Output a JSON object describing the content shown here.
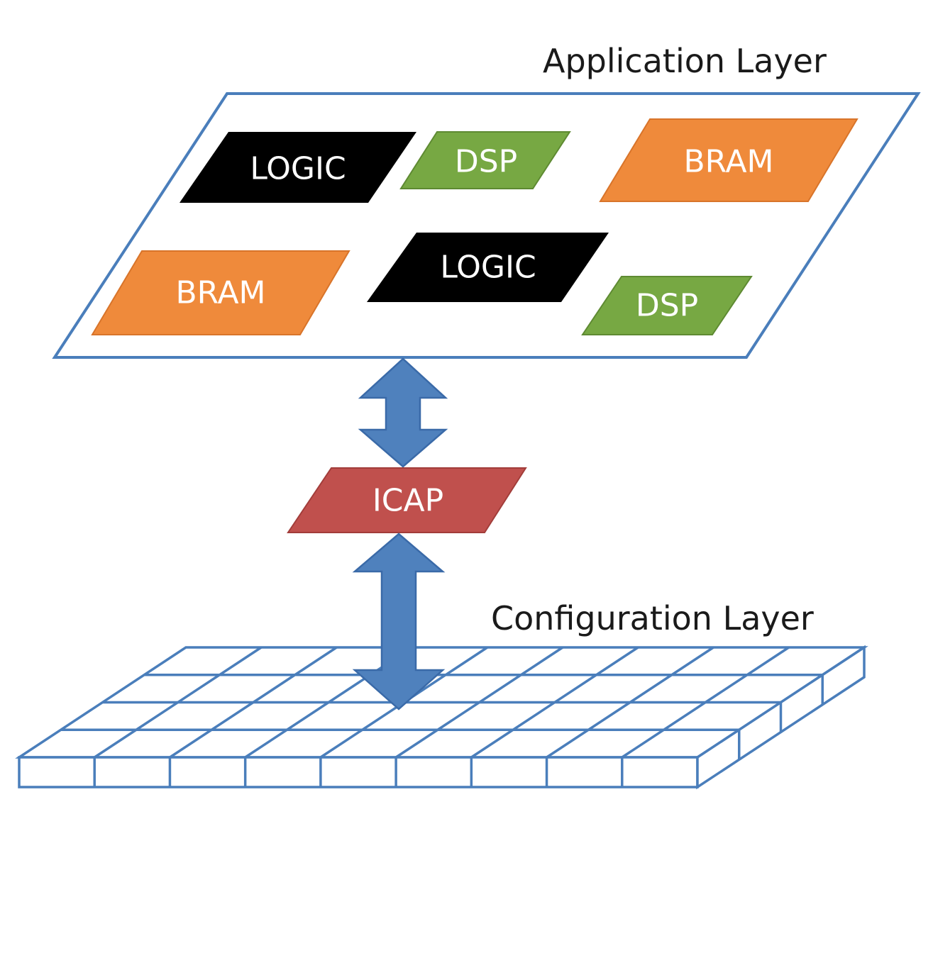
{
  "colors": {
    "outline": "#4a7ebb",
    "logic": "#000000",
    "dsp": "#77a843",
    "bram": "#ef8a3b",
    "icap": "#c0504d",
    "arrow_fill": "#4f81bd",
    "arrow_stroke": "#3a6aa8",
    "label_text": "#ffffff",
    "title_text": "#1a1a1a"
  },
  "application_layer": {
    "title": "Application Layer",
    "blocks": [
      {
        "id": "logic-1",
        "kind": "logic",
        "label": "LOGIC"
      },
      {
        "id": "dsp-1",
        "kind": "dsp",
        "label": "DSP"
      },
      {
        "id": "bram-1",
        "kind": "bram",
        "label": "BRAM"
      },
      {
        "id": "bram-2",
        "kind": "bram",
        "label": "BRAM"
      },
      {
        "id": "logic-2",
        "kind": "logic",
        "label": "LOGIC"
      },
      {
        "id": "dsp-2",
        "kind": "dsp",
        "label": "DSP"
      }
    ]
  },
  "icap": {
    "label": "ICAP"
  },
  "configuration_layer": {
    "title": "Configuration Layer",
    "grid_rows": 4,
    "grid_columns": 9
  },
  "connections": [
    {
      "from": "application_layer",
      "to": "icap",
      "direction": "bidirectional"
    },
    {
      "from": "icap",
      "to": "configuration_layer",
      "direction": "bidirectional"
    }
  ]
}
